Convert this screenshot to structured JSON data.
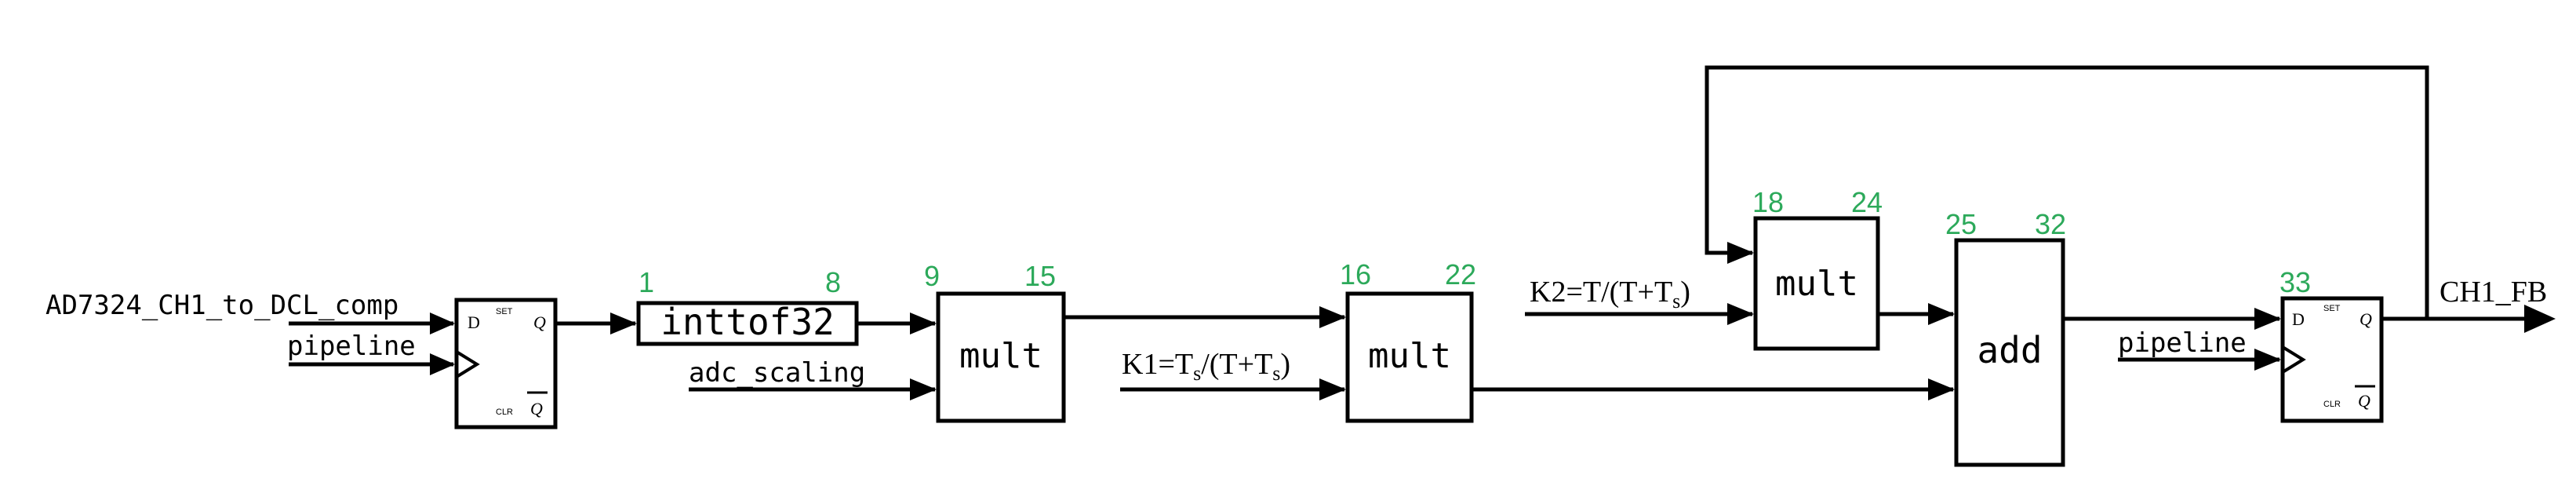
{
  "colors": {
    "line": "#000000",
    "stage_number": "#2ca95a"
  },
  "inputs": {
    "adc_channel": "AD7324_CH1_to_DCL_comp",
    "pipeline_1": "pipeline",
    "adc_scaling": "adc_scaling",
    "k1": {
      "base": "K1=T",
      "sub1": "s",
      "mid": "/(T+T",
      "sub2": "s",
      "end": ")"
    },
    "k2": {
      "base": "K2=T/(T+T",
      "sub": "s",
      "end": ")"
    },
    "pipeline_2": "pipeline"
  },
  "output": "CH1_FB",
  "flip_flop": {
    "d": "D",
    "q": "Q",
    "set": "SET",
    "clr": "CLR"
  },
  "blocks": {
    "inttof32": "inttof32",
    "mult1": "mult",
    "mult2": "mult",
    "mult3": "mult",
    "add": "add"
  },
  "stages": {
    "inttof32_start": "1",
    "inttof32_end": "8",
    "mult1_start": "9",
    "mult1_end": "15",
    "mult2_start": "16",
    "mult2_end": "22",
    "mult3_start": "18",
    "mult3_end": "24",
    "add_start": "25",
    "add_end": "32",
    "ff2_stage": "33"
  }
}
